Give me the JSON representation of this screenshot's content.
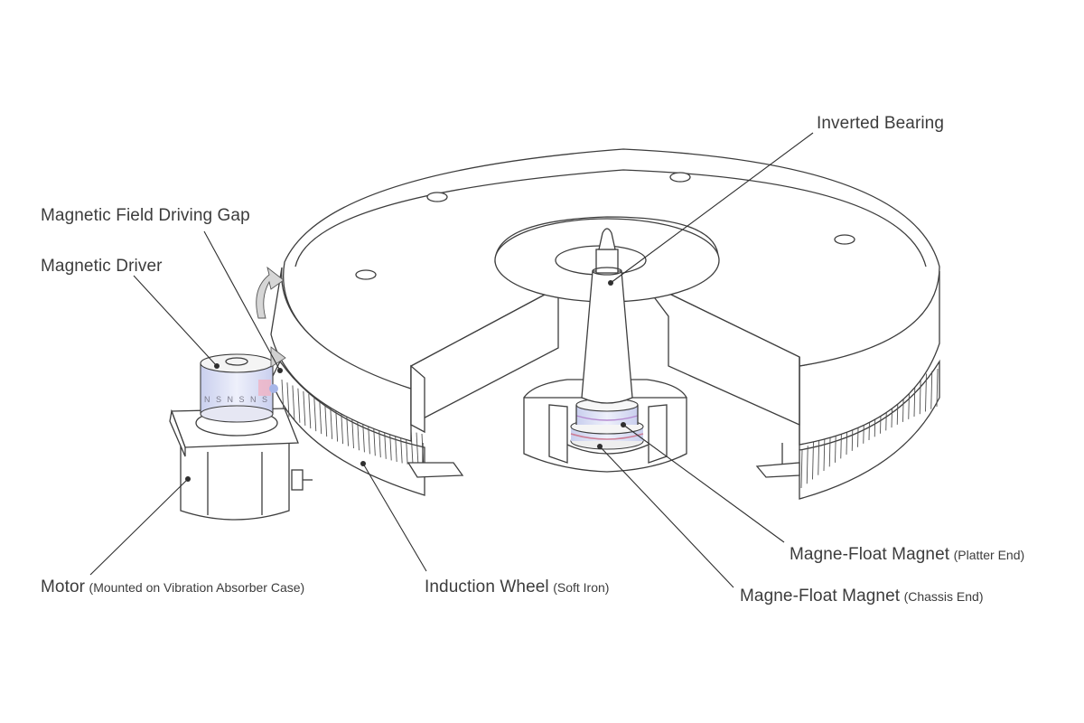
{
  "labels": {
    "inverted_bearing": "Inverted Bearing",
    "magnetic_field_driving_gap": "Magnetic Field Driving Gap",
    "magnetic_driver": "Magnetic Driver",
    "motor_main": "Motor",
    "motor_note": "(Mounted on Vibration Absorber Case)",
    "induction_wheel_main": "Induction Wheel",
    "induction_wheel_note": "(Soft Iron)",
    "magne_float_platter_main": "Magne-Float Magnet",
    "magne_float_platter_note": "(Platter End)",
    "magne_float_chassis_main": "Magne-Float Magnet",
    "magne_float_chassis_note": "(Chassis End)"
  },
  "driver_pole_letters": "N S N S N S",
  "colors": {
    "line": "#3d3d3d",
    "shade_light": "#efefef",
    "shade_mid": "#dcdcdc",
    "magnet_tint": "#d8dcf2",
    "magnet_pink": "#f0b3c4",
    "motor_body": "#e9e9e9"
  }
}
